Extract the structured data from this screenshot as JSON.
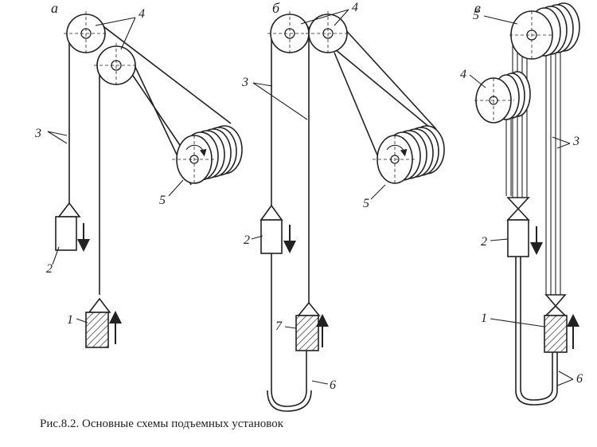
{
  "caption": "Рис.8.2. Основные схемы подъемных установок",
  "panels": [
    {
      "letter": "а",
      "labels": [
        "4",
        "3",
        "5",
        "2",
        "1"
      ]
    },
    {
      "letter": "б",
      "labels": [
        "4",
        "3",
        "5",
        "2",
        "7",
        "6"
      ]
    },
    {
      "letter": "в",
      "labels": [
        "5",
        "4",
        "3",
        "2",
        "1",
        "6"
      ]
    }
  ]
}
